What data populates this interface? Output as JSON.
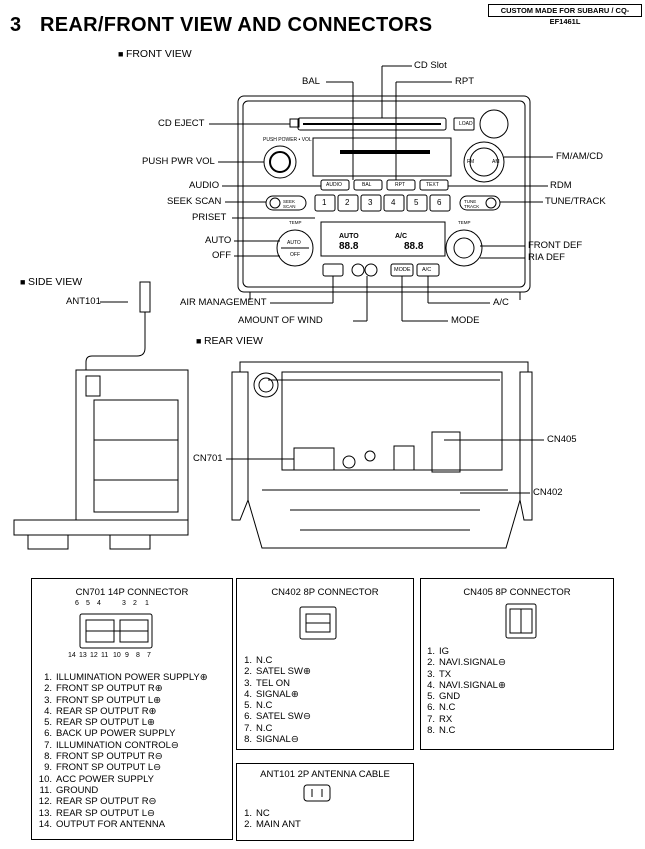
{
  "header": {
    "section_number": "3",
    "title": "REAR/FRONT VIEW AND CONNECTORS",
    "tag": "CUSTOM MADE FOR SUBARU / CQ-EF1461L"
  },
  "front_view": {
    "heading": "FRONT VIEW",
    "labels": {
      "bal": "BAL",
      "cd_slot": "CD Slot",
      "rpt": "RPT",
      "cd_eject": "CD EJECT",
      "push_pwr_vol": "PUSH PWR VOL",
      "fm_am_cd": "FM/AM/CD",
      "audio": "AUDIO",
      "rdm": "RDM",
      "seek_scan": "SEEK SCAN",
      "tune_track": "TUNE/TRACK",
      "priset": "PRISET",
      "auto": "AUTO",
      "front_def": "FRONT DEF",
      "off": "OFF",
      "ria_def": "RIA DEF",
      "air_management": "AIR MANAGEMENT",
      "a_c": "A/C",
      "amount_of_wind": "AMOUNT OF WIND",
      "mode": "MODE"
    },
    "panel_text": {
      "load": "LOAD",
      "push_power_vol": "PUSH POWER • VOL",
      "audio": "AUDIO",
      "bal": "BAL",
      "rpt": "RPT",
      "text": "TEXT",
      "presets": [
        "1",
        "2",
        "3",
        "4",
        "5",
        "6"
      ],
      "seek": "SEEK SCAN",
      "tune": "TUNE TRACK",
      "fm": "FM",
      "am": "AM",
      "auto": "AUTO",
      "off": "OFF",
      "mode": "MODE",
      "ac": "A/C",
      "temp": "TEMP",
      "display_auto": "AUTO",
      "display_ac": "A/C",
      "display_digits_left": "88.8",
      "display_digits_right": "88.8"
    }
  },
  "side_view": {
    "heading": "SIDE VIEW",
    "labels": {
      "ant101": "ANT101"
    }
  },
  "rear_view": {
    "heading": "REAR VIEW",
    "labels": {
      "cn701": "CN701",
      "cn405": "CN405",
      "cn402": "CN402"
    }
  },
  "connectors": {
    "cn701": {
      "title": "CN701 14P CONNECTOR",
      "top_pin_numbers": [
        "6",
        "5",
        "4",
        "3",
        "2",
        "1"
      ],
      "bottom_pin_numbers": [
        "14",
        "13",
        "12",
        "11",
        "10",
        "9",
        "8",
        "7"
      ],
      "pins": [
        "ILLUMINATION POWER SUPPLY⊕",
        "FRONT SP OUTPUT R⊕",
        "FRONT SP OUTPUT L⊕",
        "REAR SP OUTPUT R⊕",
        "REAR SP OUTPUT L⊕",
        "BACK UP POWER SUPPLY",
        "ILLUMINATION CONTROL⊖",
        "FRONT SP OUTPUT R⊖",
        "FRONT SP OUTPUT L⊖",
        "ACC POWER SUPPLY",
        "GROUND",
        "REAR SP OUTPUT R⊖",
        "REAR SP OUTPUT L⊖",
        "OUTPUT FOR ANTENNA"
      ]
    },
    "cn402": {
      "title": "CN402  8P CONNECTOR",
      "pins": [
        "N.C",
        "SATEL SW⊕",
        "TEL ON",
        "SIGNAL⊕",
        "N.C",
        "SATEL SW⊖",
        "N.C",
        "SIGNAL⊖"
      ]
    },
    "cn405": {
      "title": "CN405  8P CONNECTOR",
      "pins": [
        "IG",
        "NAVI.SIGNAL⊖",
        "TX",
        "NAVI.SIGNAL⊕",
        "GND",
        "N.C",
        "RX",
        "N.C"
      ]
    },
    "ant101": {
      "title": "ANT101 2P ANTENNA CABLE",
      "pins": [
        "NC",
        "MAIN ANT"
      ]
    }
  }
}
